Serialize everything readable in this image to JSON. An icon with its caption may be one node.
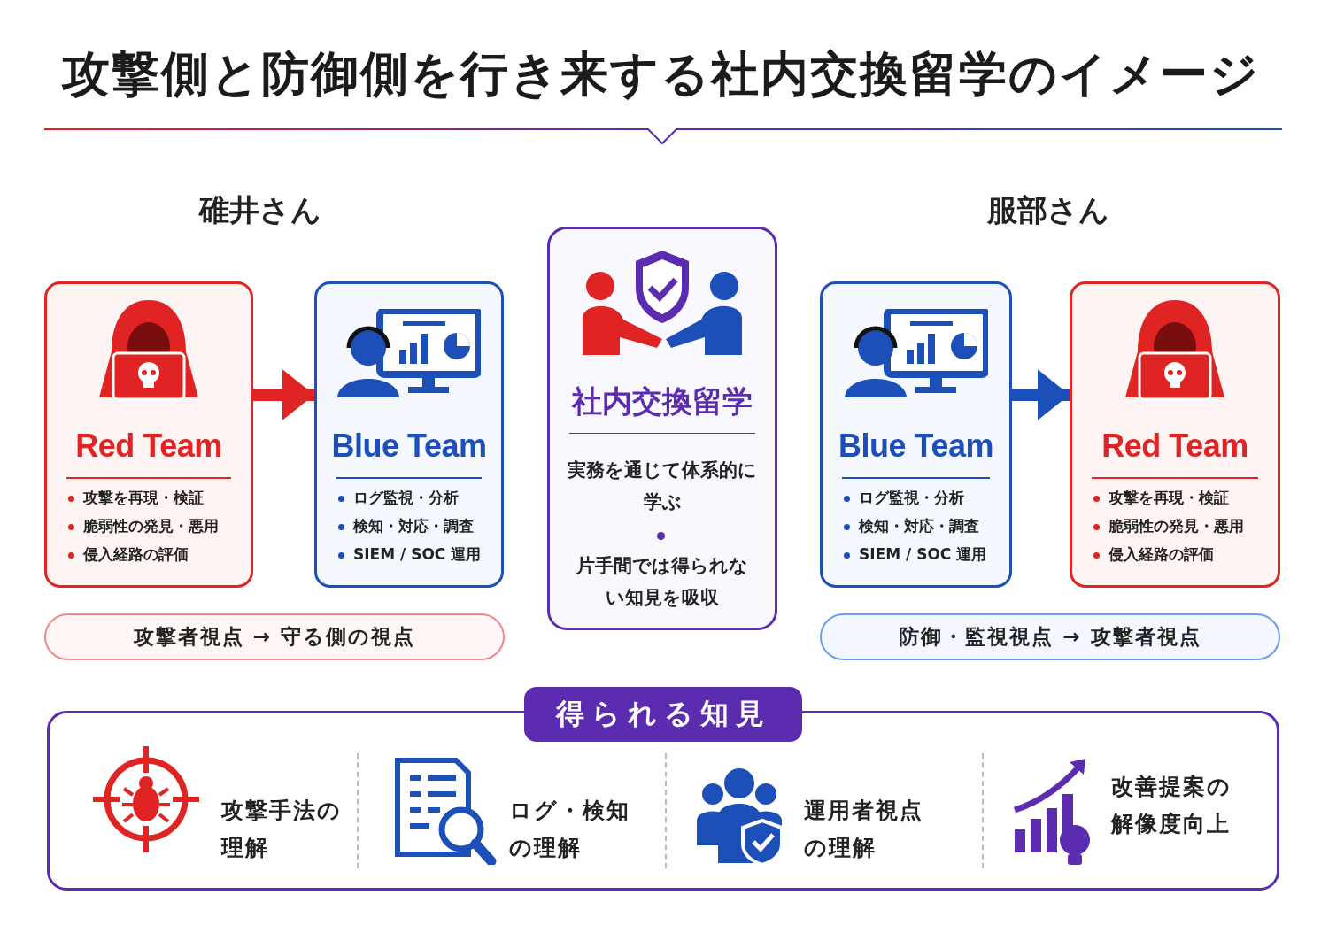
{
  "diagram": {
    "title": "攻撃側と防御側を行き来する社内交換留学のイメージ",
    "nodes": [
      {
        "text": [
          "Red Team",
          "攻撃を再現・検証",
          "脆弱性の発見・悪用",
          "侵入経路の評価"
        ]
      },
      {
        "text": [
          "Blue Team",
          "ログ監視・分析",
          "検知・対応・調査",
          "SIEM / SOC 運用"
        ]
      },
      {
        "text": [
          "社内交換留学",
          "実務を通じて体系的に学ぶ",
          "片手間では得られない知見を吸収"
        ]
      },
      {
        "text": [
          "Blue Team",
          "ログ監視・分析",
          "検知・対応・調査",
          "SIEM / SOC 運用"
        ]
      },
      {
        "text": [
          "Red Team",
          "攻撃を再現・検証",
          "脆弱性の発見・悪用",
          "侵入経路の評価"
        ]
      },
      {
        "text": [
          "攻撃者視点 → 守る側の視点"
        ]
      },
      {
        "text": [
          "防御・監視視点 → 攻撃者視点"
        ]
      },
      {
        "text": [
          "得られる知見"
        ]
      }
    ],
    "edges": [
      {
        "from": 0,
        "to": 1,
        "arrow": "to",
        "color": "#e02424"
      },
      {
        "from": 3,
        "to": 4,
        "arrow": "to",
        "color": "#1d4fb8"
      }
    ],
    "labels": [
      "碓井さん",
      "服部さん",
      "攻撃手法の理解",
      "ログ・検知の理解",
      "運用者視点の理解",
      "改善提案の解像度向上"
    ]
  }
}
